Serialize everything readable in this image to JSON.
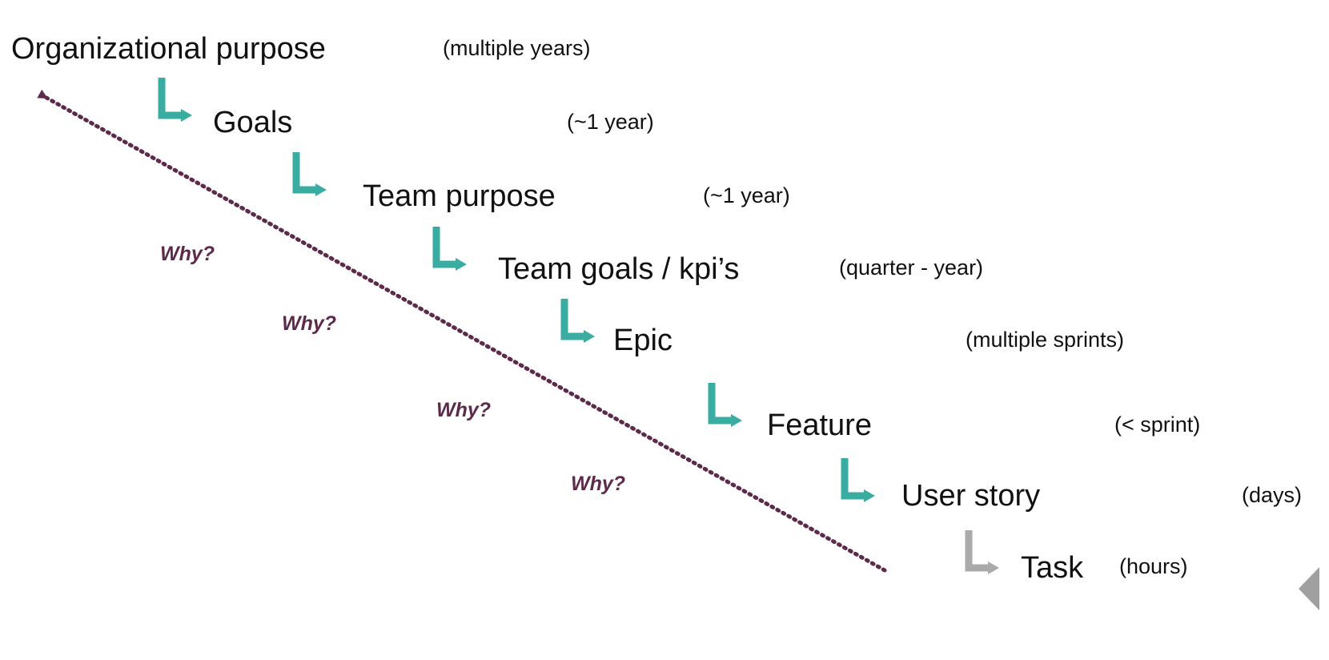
{
  "colors": {
    "primary_arrow": "#3aada3",
    "muted_arrow": "#aaaaaa",
    "why_arrow": "#5c2a4a",
    "why_text": "#5c2a4a",
    "edge_triangle": "#a0a0a0"
  },
  "levels": [
    {
      "label": "Organizational purpose",
      "duration": "(multiple years)"
    },
    {
      "label": "Goals",
      "duration": "(~1 year)",
      "arrow": "primary"
    },
    {
      "label": "Team purpose",
      "duration": "(~1 year)",
      "arrow": "primary"
    },
    {
      "label": "Team goals / kpi’s",
      "duration": "(quarter - year)",
      "arrow": "primary"
    },
    {
      "label": "Epic",
      "duration": "(multiple sprints)",
      "arrow": "primary"
    },
    {
      "label": "Feature",
      "duration": "(< sprint)",
      "arrow": "primary"
    },
    {
      "label": "User story",
      "duration": "(days)",
      "arrow": "primary"
    },
    {
      "label": "Task",
      "duration": "(hours)",
      "arrow": "muted"
    }
  ],
  "why_labels": [
    "Why?",
    "Why?",
    "Why?",
    "Why?"
  ]
}
